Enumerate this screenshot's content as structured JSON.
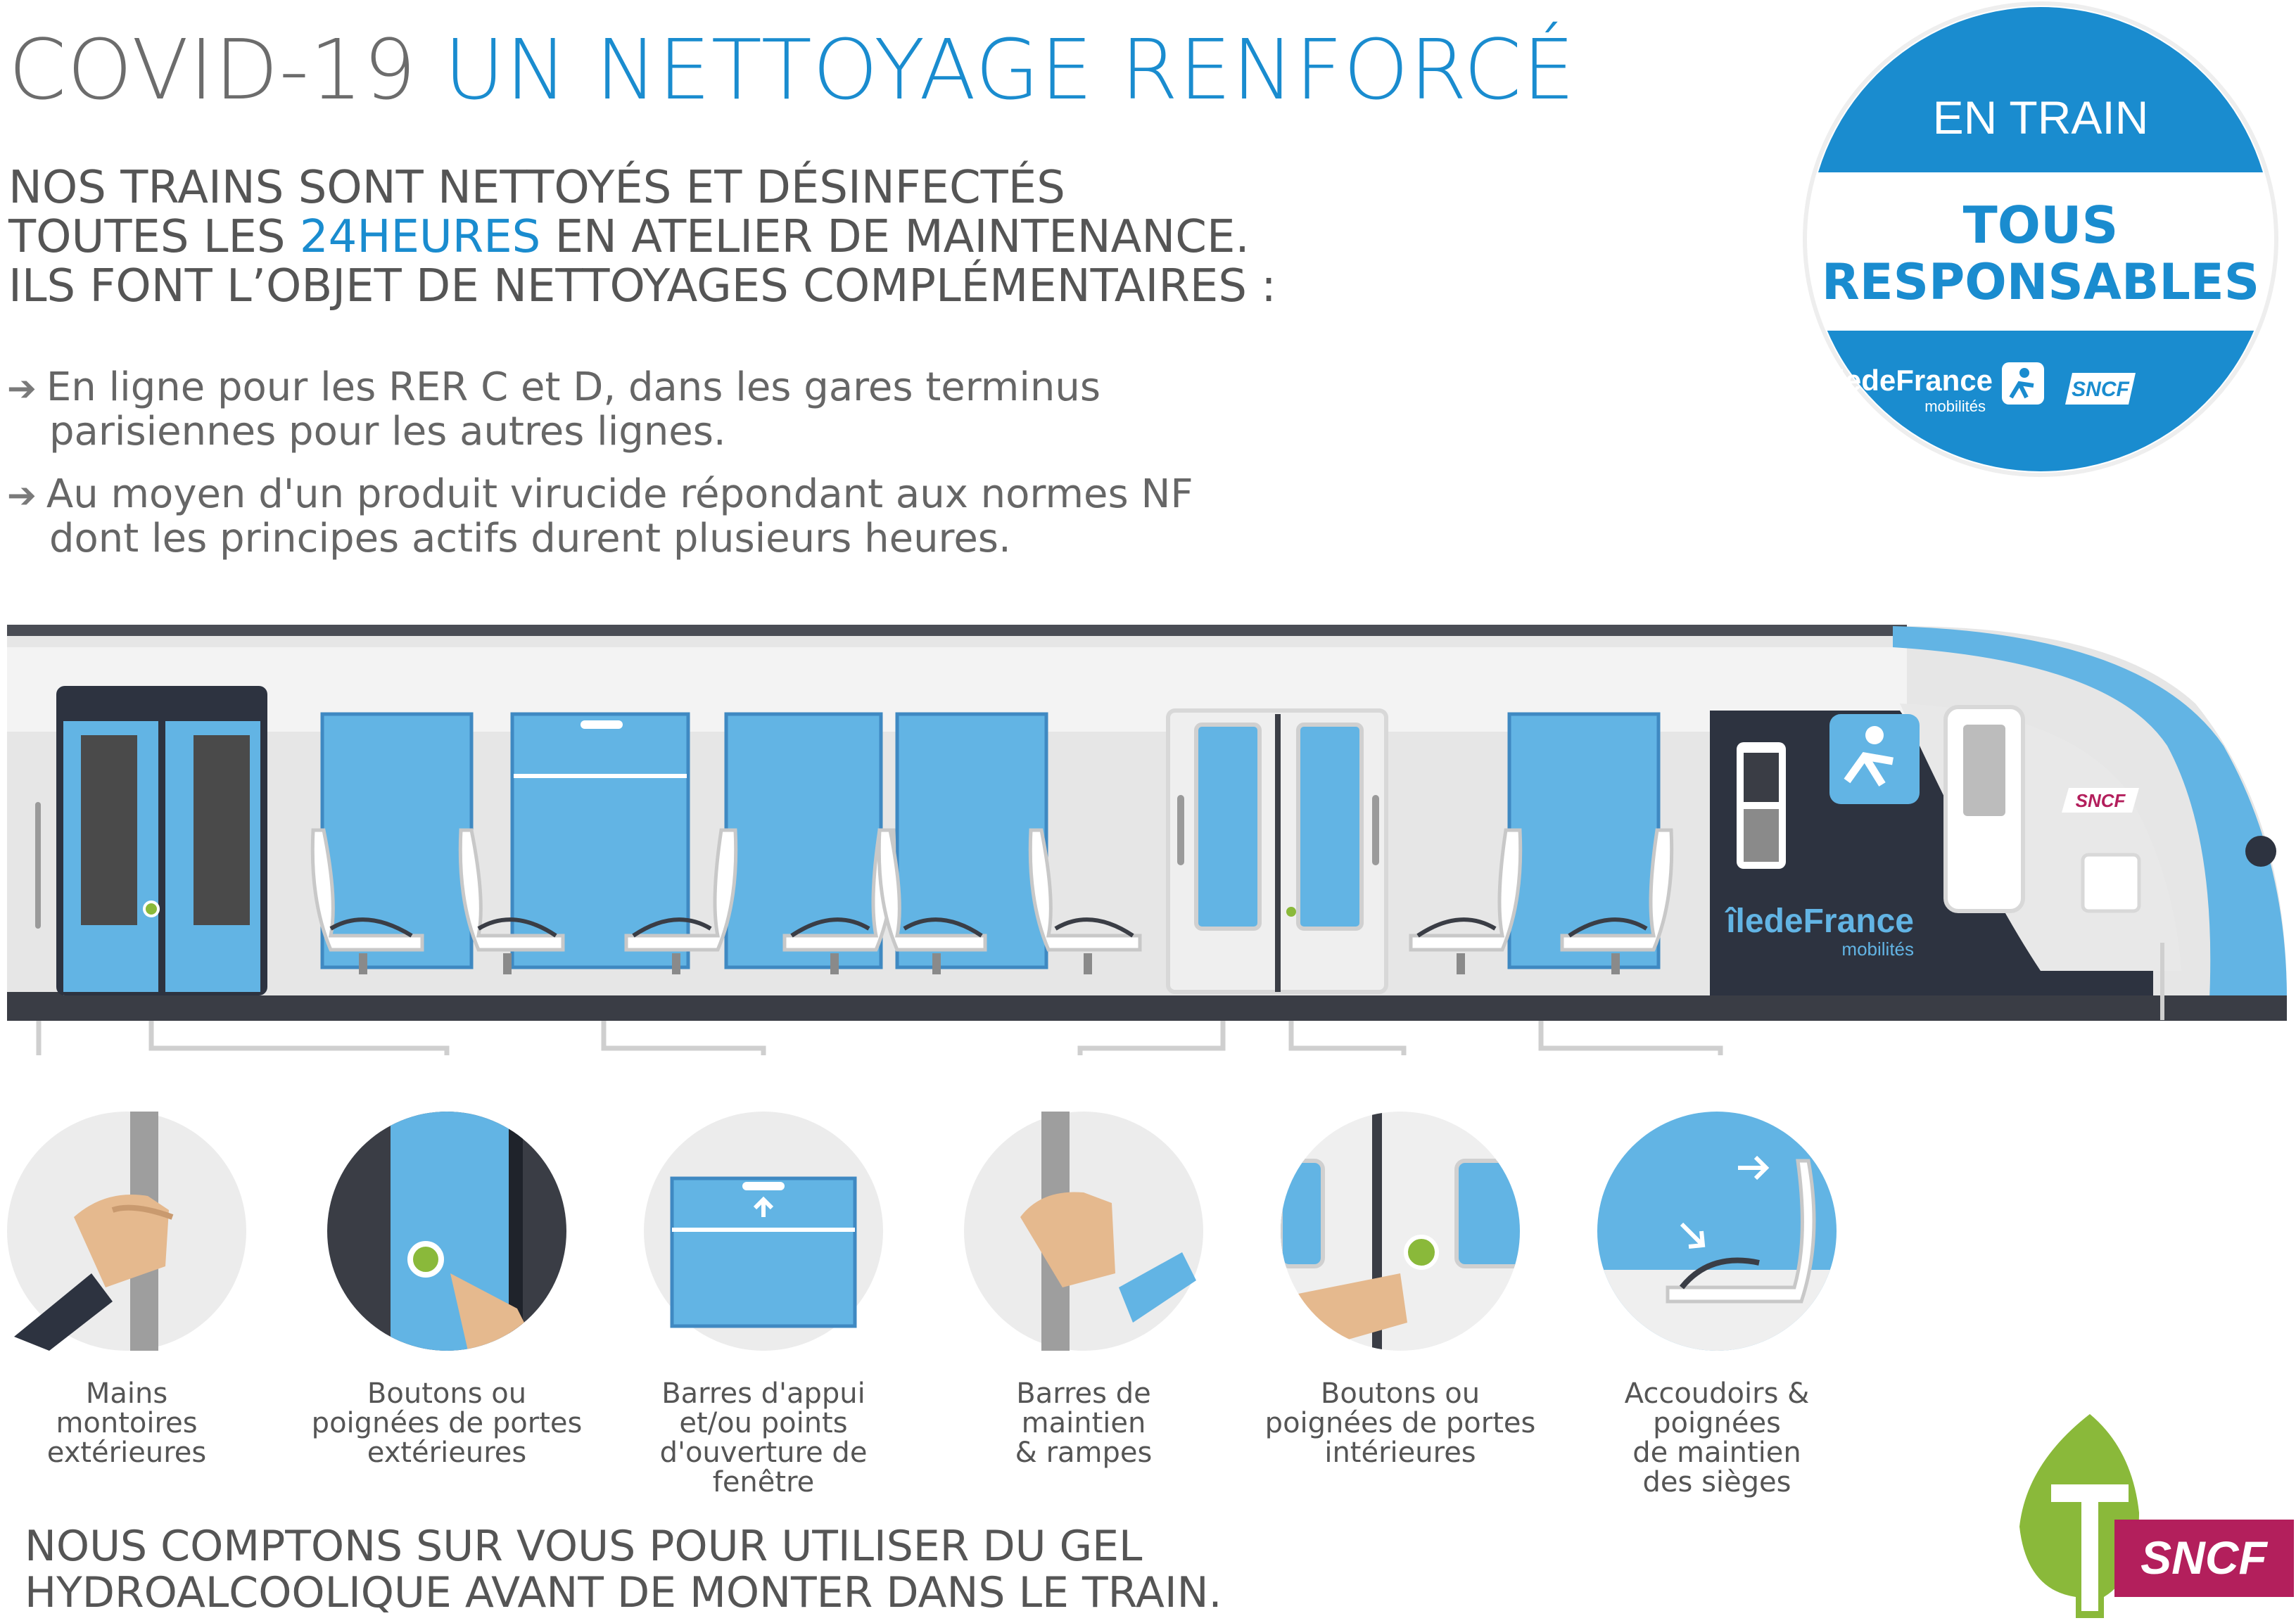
{
  "header": {
    "title_part1": "COVID-19",
    "title_part2": "UN NETTOYAGE RENFORCÉ"
  },
  "intro": {
    "line1": "NOS TRAINS SONT NETTOYÉS ET DÉSINFECTÉS",
    "line2_a": "TOUTES LES ",
    "line2_highlight": "24HEURES",
    "line2_b": " EN ATELIER DE MAINTENANCE.",
    "line3": "ILS FONT L’OBJET DE NETTOYAGES COMPLÉMENTAIRES :"
  },
  "bullets": [
    {
      "line1": "En ligne pour les RER C et D, dans les gares terminus",
      "line2": "parisiennes pour les autres lignes."
    },
    {
      "line1": "Au moyen d'un produit virucide répondant aux normes NF",
      "line2": "dont les principes actifs durent plusieurs heures."
    }
  ],
  "badge": {
    "top": "EN TRAIN",
    "middle1": "TOUS",
    "middle2": "RESPONSABLES",
    "logo_idf": "îledeFrance",
    "logo_idf_sub": "mobilités",
    "logo_sncf": "SNCF"
  },
  "train": {
    "logo_idf": "îledeFrance",
    "logo_idf_sub": "mobilités",
    "logo_sncf": "SNCF"
  },
  "touchpoints": [
    {
      "l1": "Mains",
      "l2": "montoires",
      "l3": "extérieures",
      "icon": "grab-pole-icon"
    },
    {
      "l1": "Boutons ou",
      "l2": "poignées de portes",
      "l3": "extérieures",
      "icon": "door-button-icon"
    },
    {
      "l1": "Barres d'appui",
      "l2": "et/ou points",
      "l3": "d'ouverture de fenêtre",
      "icon": "window-icon"
    },
    {
      "l1": "Barres de",
      "l2": "maintien",
      "l3": "& rampes",
      "icon": "grab-pole-icon"
    },
    {
      "l1": "Boutons ou",
      "l2": "poignées de portes",
      "l3": "intérieures",
      "icon": "door-button-icon"
    },
    {
      "l1": "Accoudoirs & poignées",
      "l2": "de maintien",
      "l3": "des sièges",
      "icon": "seat-icon"
    }
  ],
  "footer": {
    "line1": "NOUS COMPTONS SUR VOUS POUR UTILISER DU GEL",
    "line2": "HYDROALCOOLIQUE AVANT DE MONTER DANS LE TRAIN."
  },
  "bottom_logos": {
    "sncf": "SNCF"
  },
  "colors": {
    "blue": "#1a8ccf",
    "light_blue": "#62b4e4",
    "grey": "#e6e6e6",
    "dark": "#2d3340",
    "green": "#8ab93a",
    "sncf": "#b31f5c"
  }
}
